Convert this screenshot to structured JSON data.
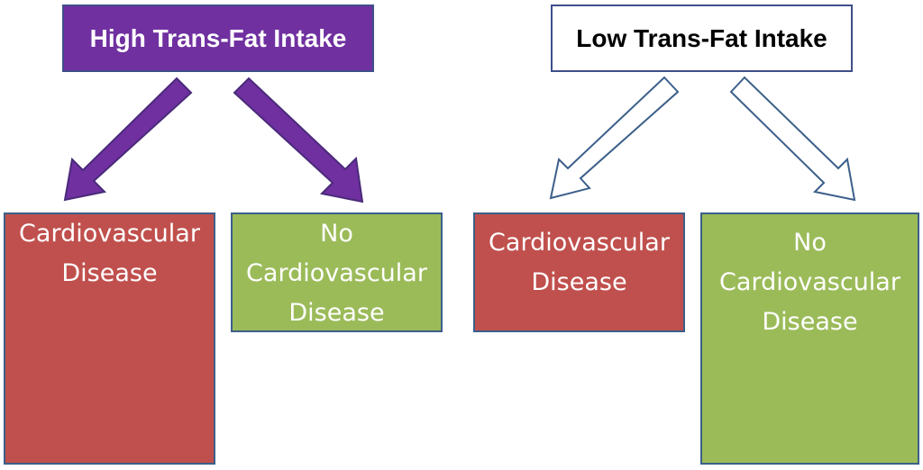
{
  "high": {
    "title": "High Trans-Fat Intake",
    "disease": [
      "Cardiovascular",
      "Disease"
    ],
    "no_disease": [
      "No",
      "Cardiovascular",
      "Disease"
    ]
  },
  "low": {
    "title": "Low Trans-Fat Intake",
    "disease": [
      "Cardiovascular",
      "Disease"
    ],
    "no_disease": [
      "No",
      "Cardiovascular",
      "Disease"
    ]
  },
  "colors": {
    "high_header": "#7030a0",
    "disease": "#c0504d",
    "no_disease": "#9bbb59",
    "border": "#3b5f8a"
  }
}
